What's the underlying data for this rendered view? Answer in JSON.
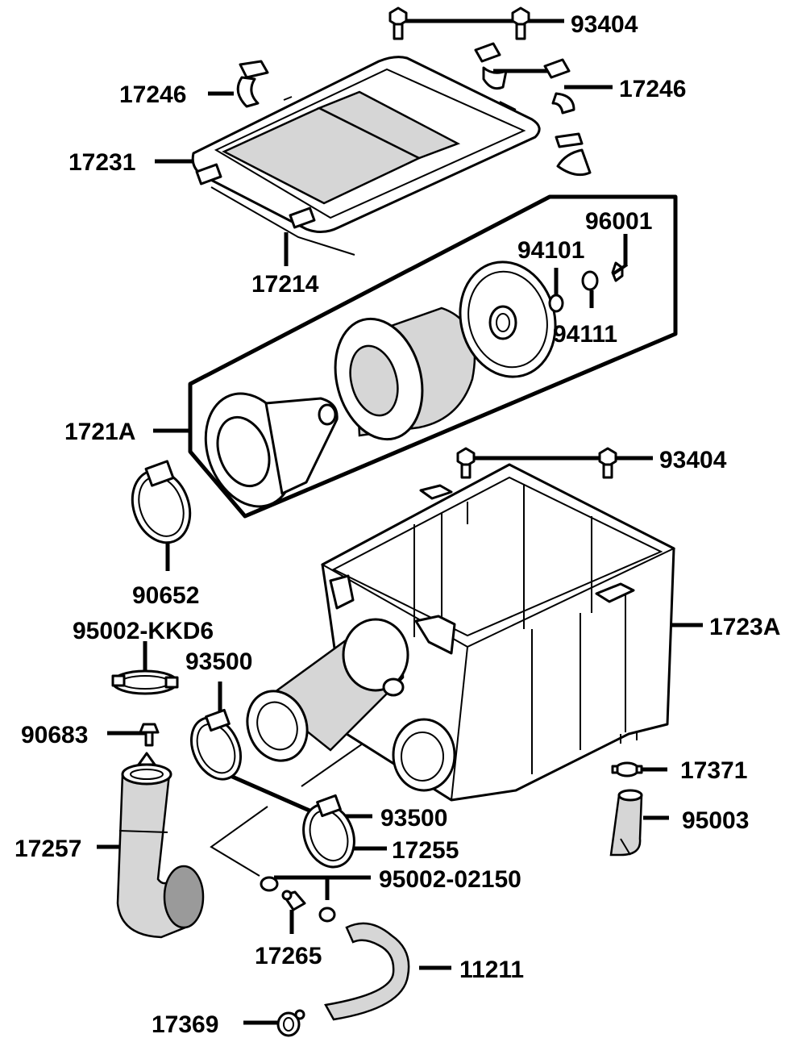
{
  "diagram": {
    "labels": {
      "p93404_top": "93404",
      "p17246_left": "17246",
      "p17246_right": "17246",
      "p17231": "17231",
      "p17214": "17214",
      "p96001": "96001",
      "p94101": "94101",
      "p94111": "94111",
      "p1721A": "1721A",
      "p93404_mid": "93404",
      "p90652": "90652",
      "p95002_kkd6": "95002-KKD6",
      "p93500_top": "93500",
      "p1723A": "1723A",
      "p90683": "90683",
      "p17371": "17371",
      "p95003": "95003",
      "p17257": "17257",
      "p93500_low": "93500",
      "p17255": "17255",
      "p95002_02150": "95002-02150",
      "p17265": "17265",
      "p11211": "11211",
      "p17369": "17369"
    }
  }
}
